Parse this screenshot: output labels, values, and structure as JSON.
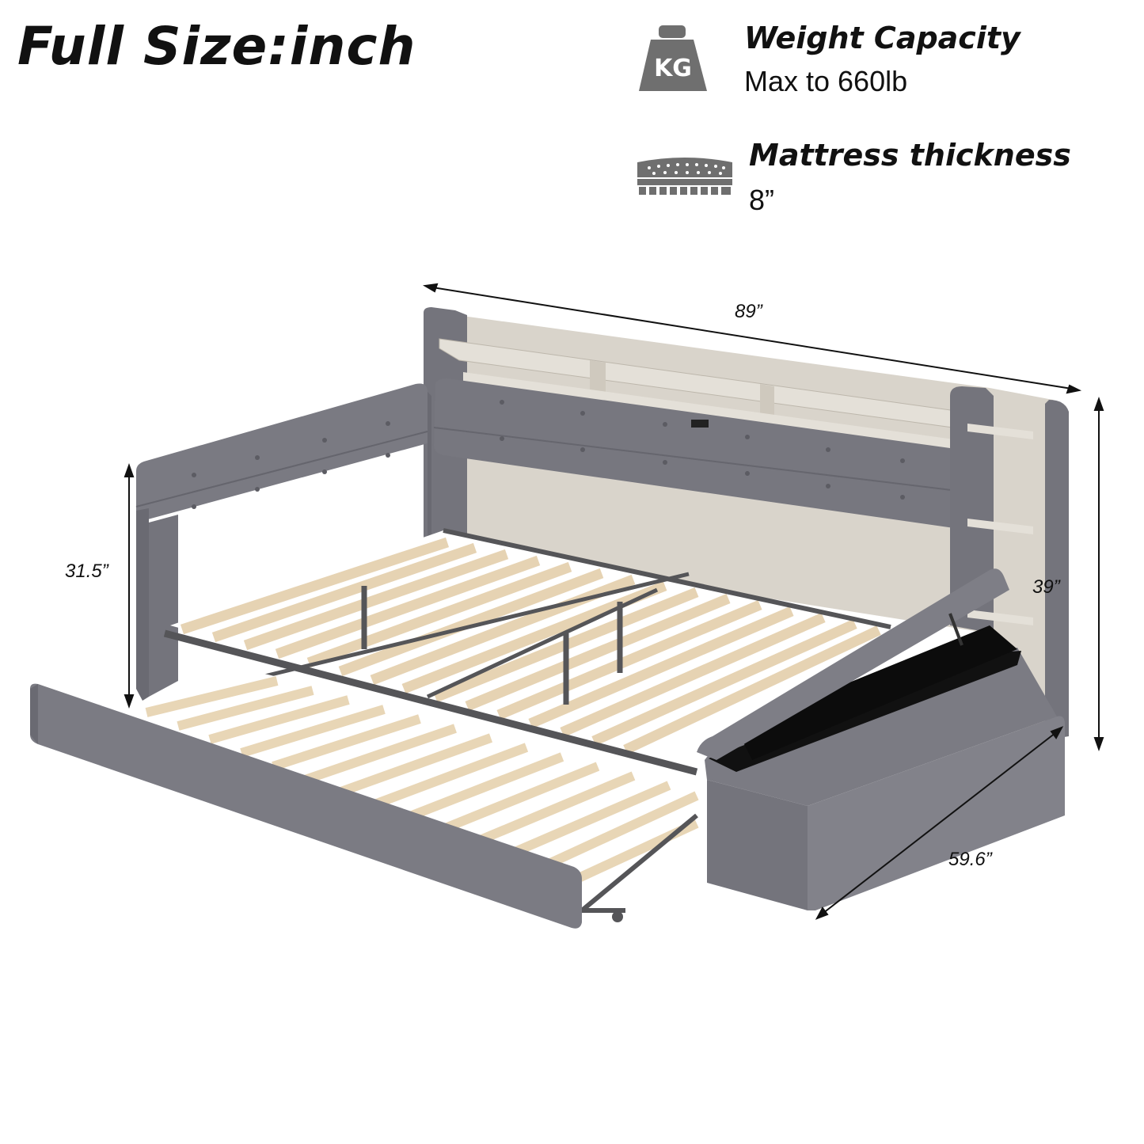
{
  "title": "Full  Size:inch",
  "specs": {
    "weight": {
      "icon": "weight-kg-icon",
      "icon_text": "KG",
      "label": "Weight Capacity",
      "value": "Max to 660lb"
    },
    "mattress": {
      "icon": "mattress-icon",
      "label": "Mattress thickness",
      "value": "8”"
    }
  },
  "dimensions": {
    "length": "89”",
    "arm_height": "31.5”",
    "total_height": "39”",
    "depth": "59.6”"
  },
  "colors": {
    "upholstery": "#7b7b83",
    "upholstery_dark": "#5e5e66",
    "wood": "#ddd8cf",
    "slat": "#e6d3b3",
    "metal": "#555558",
    "icon": "#6f6f6f"
  }
}
